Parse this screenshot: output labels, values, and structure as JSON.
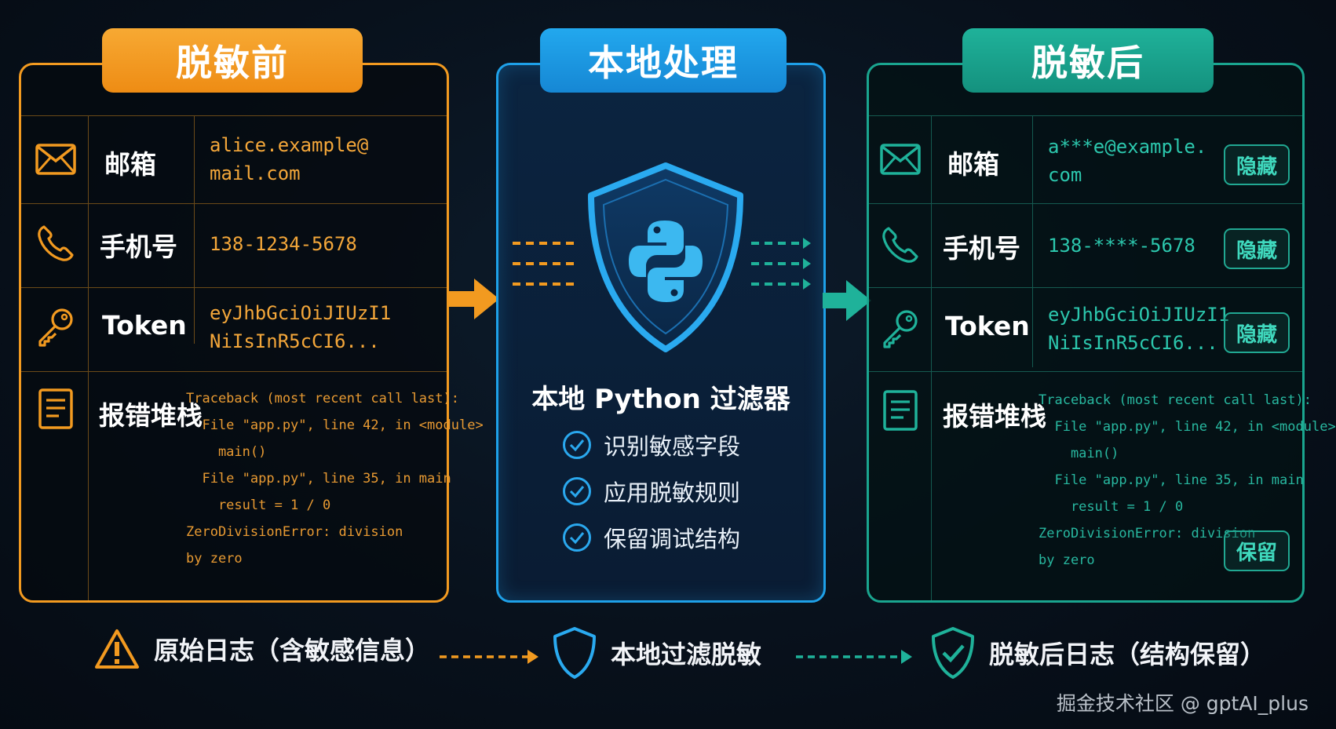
{
  "tabs": {
    "before": "脱敏前",
    "local": "本地处理",
    "after": "脱敏后"
  },
  "before": {
    "rows": [
      {
        "icon": "mail-icon",
        "label": "邮箱",
        "value": "alice.example@\nmail.com"
      },
      {
        "icon": "phone-icon",
        "label": "手机号",
        "value": "138-1234-5678"
      },
      {
        "icon": "key-icon",
        "label": "Token",
        "value": "eyJhbGciOiJIUzI1\nNiIsInR5cCI6..."
      },
      {
        "icon": "document-icon",
        "label": "报错堆栈",
        "value": "Traceback (most recent call last):\n  File \"app.py\", line 42, in <module>\n    main()\n  File \"app.py\", line 35, in main\n    result = 1 / 0\nZeroDivisionError: division\nby zero"
      }
    ]
  },
  "local": {
    "icon": "python-shield-icon",
    "title": "本地 Python 过滤器",
    "checks": [
      "识别敏感字段",
      "应用脱敏规则",
      "保留调试结构"
    ]
  },
  "after": {
    "rows": [
      {
        "icon": "mail-icon",
        "label": "邮箱",
        "value": "a***e@example.\ncom",
        "badge": "隐藏"
      },
      {
        "icon": "phone-icon",
        "label": "手机号",
        "value": "138-****-5678",
        "badge": "隐藏"
      },
      {
        "icon": "key-icon",
        "label": "Token",
        "value": "eyJhbGciOiJIUzI1\nNiIsInR5cCI6...",
        "badge": "隐藏"
      },
      {
        "icon": "document-icon",
        "label": "报错堆栈",
        "value": "Traceback (most recent call last):\n  File \"app.py\", line 42, in <module>\n    main()\n  File \"app.py\", line 35, in main\n    result = 1 / 0\nZeroDivisionError: division\nby zero",
        "badge": "保留"
      }
    ]
  },
  "bottom": {
    "raw": "原始日志（含敏感信息）",
    "filter": "本地过滤脱敏",
    "result": "脱敏后日志（结构保留）"
  },
  "watermark": "掘金技术社区 @ gptAI_plus",
  "colors": {
    "orange": "#f29a20",
    "blue": "#1ea0e8",
    "teal": "#1aa58f",
    "background": "#08111c"
  }
}
